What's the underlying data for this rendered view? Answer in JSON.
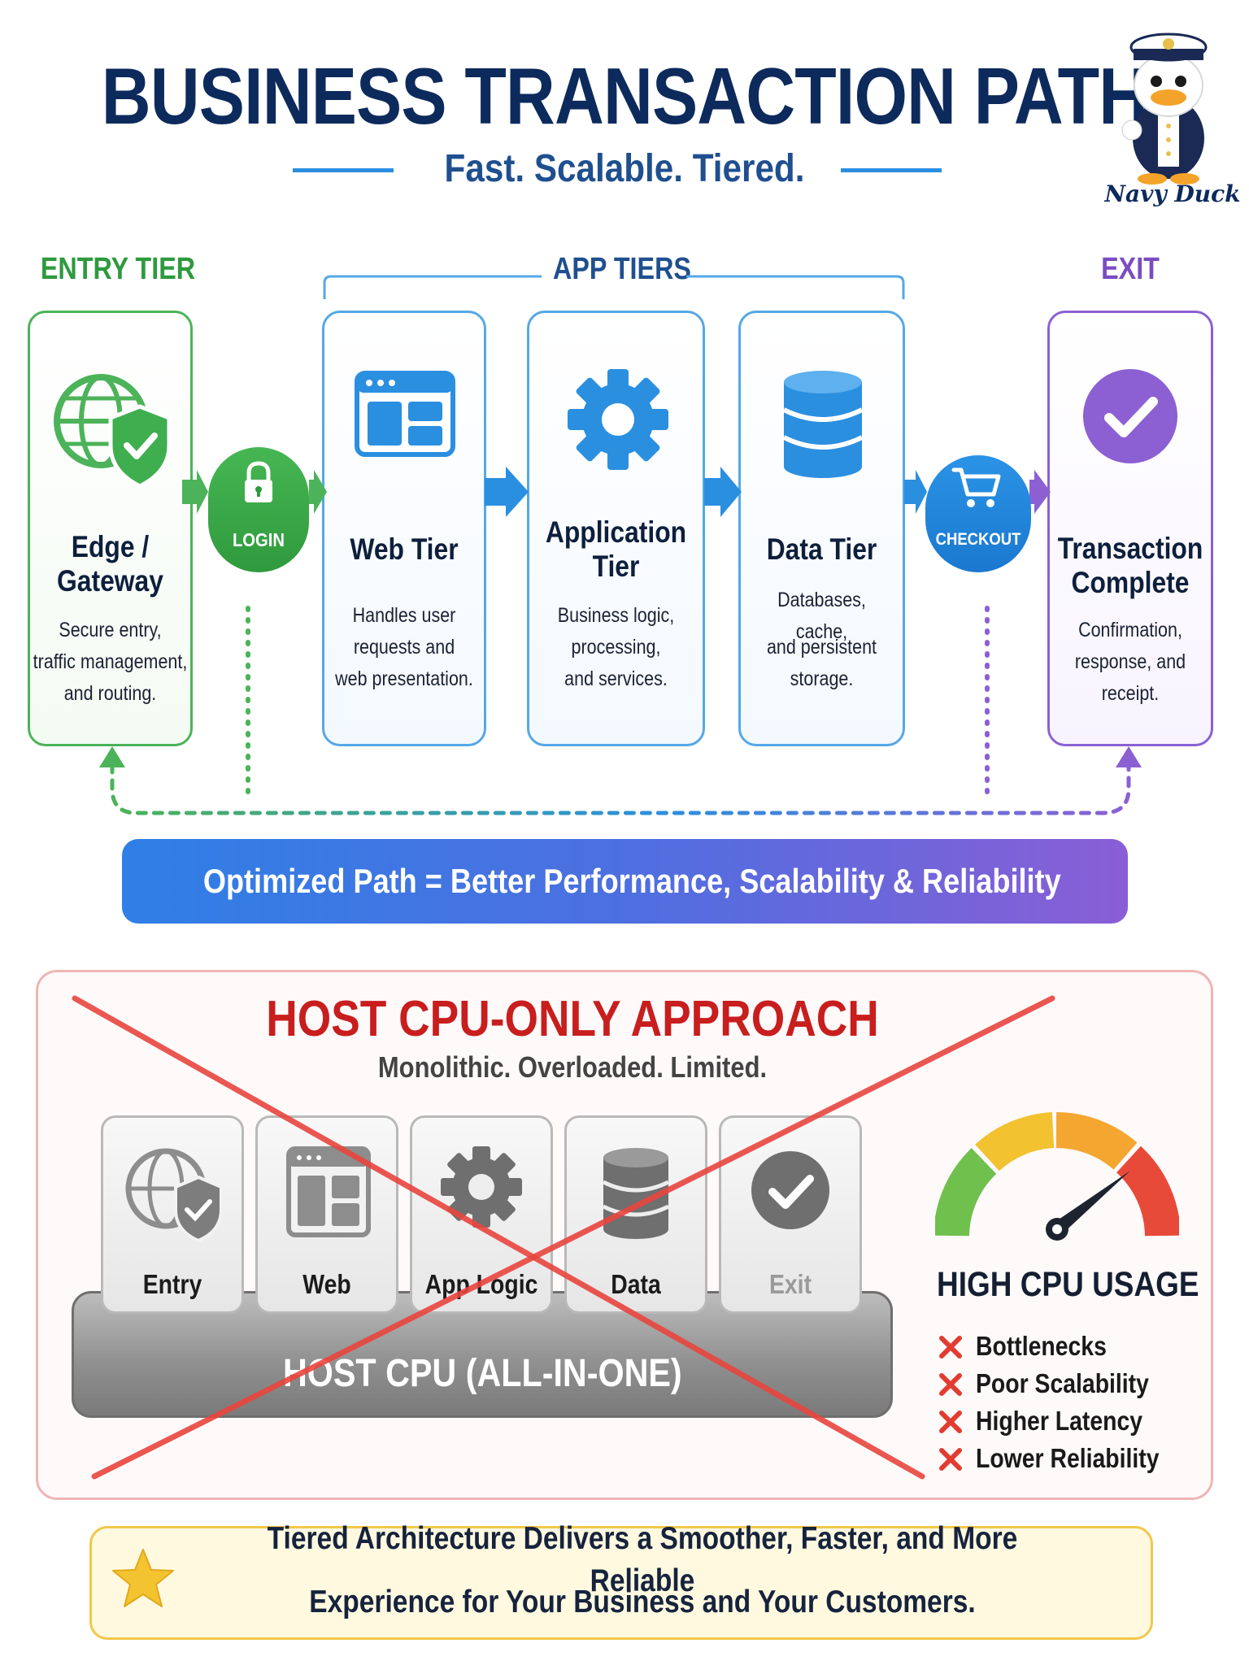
{
  "header": {
    "title": "BUSINESS TRANSACTION PATH",
    "subtitle": "Fast. Scalable. Tiered."
  },
  "mascot": {
    "caption": "Navy Duck",
    "icon": "navy-duck-mascot"
  },
  "tier_groups": {
    "entry": "ENTRY TIER",
    "app": "APP TIERS",
    "exit": "EXIT"
  },
  "tiers": [
    {
      "title_line1": "Edge /",
      "title_line2": "Gateway",
      "desc": [
        "Secure entry,",
        "traffic management,",
        "and routing."
      ],
      "icon": "globe-shield-icon"
    },
    {
      "title_line1": "Web Tier",
      "title_line2": "",
      "desc": [
        "Handles user",
        "requests and",
        "web presentation."
      ],
      "icon": "browser-window-icon"
    },
    {
      "title_line1": "Application Tier",
      "title_line2": "",
      "desc": [
        "Business logic,",
        "processing,",
        "and services."
      ],
      "icon": "gear-icon"
    },
    {
      "title_line1": "Data Tier",
      "title_line2": "",
      "desc": [
        "Databases, cache,",
        "and persistent",
        "storage."
      ],
      "icon": "database-icon"
    },
    {
      "title_line1": "Transaction",
      "title_line2": "Complete",
      "desc": [
        "Confirmation,",
        "response, and",
        "receipt."
      ],
      "icon": "check-circle-icon"
    }
  ],
  "connectors": {
    "login": "LOGIN",
    "checkout": "CHECKOUT"
  },
  "banner": {
    "text": "Optimized Path = Better Performance, Scalability & Reliability",
    "icon": "speedometer-icon"
  },
  "cpu_section": {
    "title": "HOST CPU-ONLY APPROACH",
    "subtitle": "Monolithic. Overloaded. Limited.",
    "modules": [
      "Entry",
      "Web",
      "App Logic",
      "Data",
      "Exit"
    ],
    "host_label": "HOST CPU (ALL-IN-ONE)",
    "gauge_label": "HIGH CPU USAGE",
    "issues": [
      "Bottlenecks",
      "Poor Scalability",
      "Higher Latency",
      "Lower Reliability"
    ]
  },
  "footer": {
    "line1": "Tiered Architecture Delivers a Smoother, Faster, and More Reliable",
    "line2": "Experience for Your Business and Your Customers.",
    "icon": "star-icon"
  },
  "colors": {
    "navy": "#0d2a5c",
    "green": "#3fae4f",
    "blue": "#2b8fe0",
    "purple": "#8c60d3",
    "red": "#c81e1e"
  }
}
